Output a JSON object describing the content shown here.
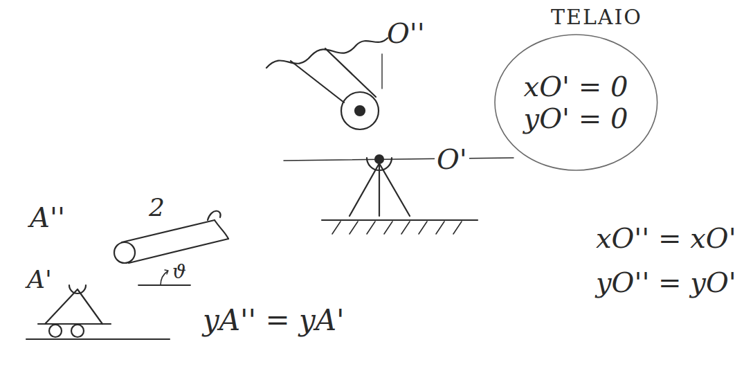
{
  "diagram": {
    "nodes": [
      {
        "text": [
          "TELAIO",
          "xO' = 0",
          "yO' = 0"
        ]
      }
    ],
    "labels": [
      "O''",
      "O'",
      "xO'' = xO'",
      "yO'' = yO'",
      "A''",
      "2",
      "A'",
      "ϑ",
      "yA'' = yA'"
    ]
  }
}
